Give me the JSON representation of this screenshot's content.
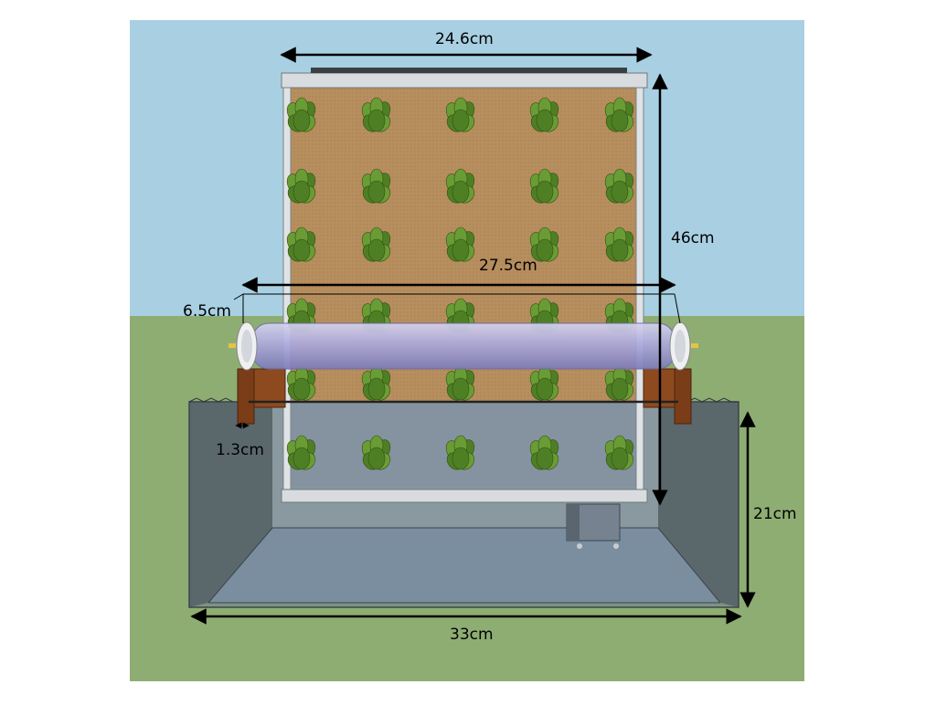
{
  "labels": {
    "top_width": "24.6cm",
    "height": "46cm",
    "pipe_length": "27.5cm",
    "pipe_diameter": "6.5cm",
    "bracket_thickness": "1.3cm",
    "tank_height": "21cm",
    "tank_width": "33cm"
  },
  "colors": {
    "sky": "#a8d0e2",
    "grass": "#8ead72",
    "growing_panel": "#b78e5e",
    "pipe": "#a6a4d6",
    "bracket": "#8e4a1f",
    "tank_water": "#7a8ea0",
    "plant": "#5a8c2a"
  }
}
